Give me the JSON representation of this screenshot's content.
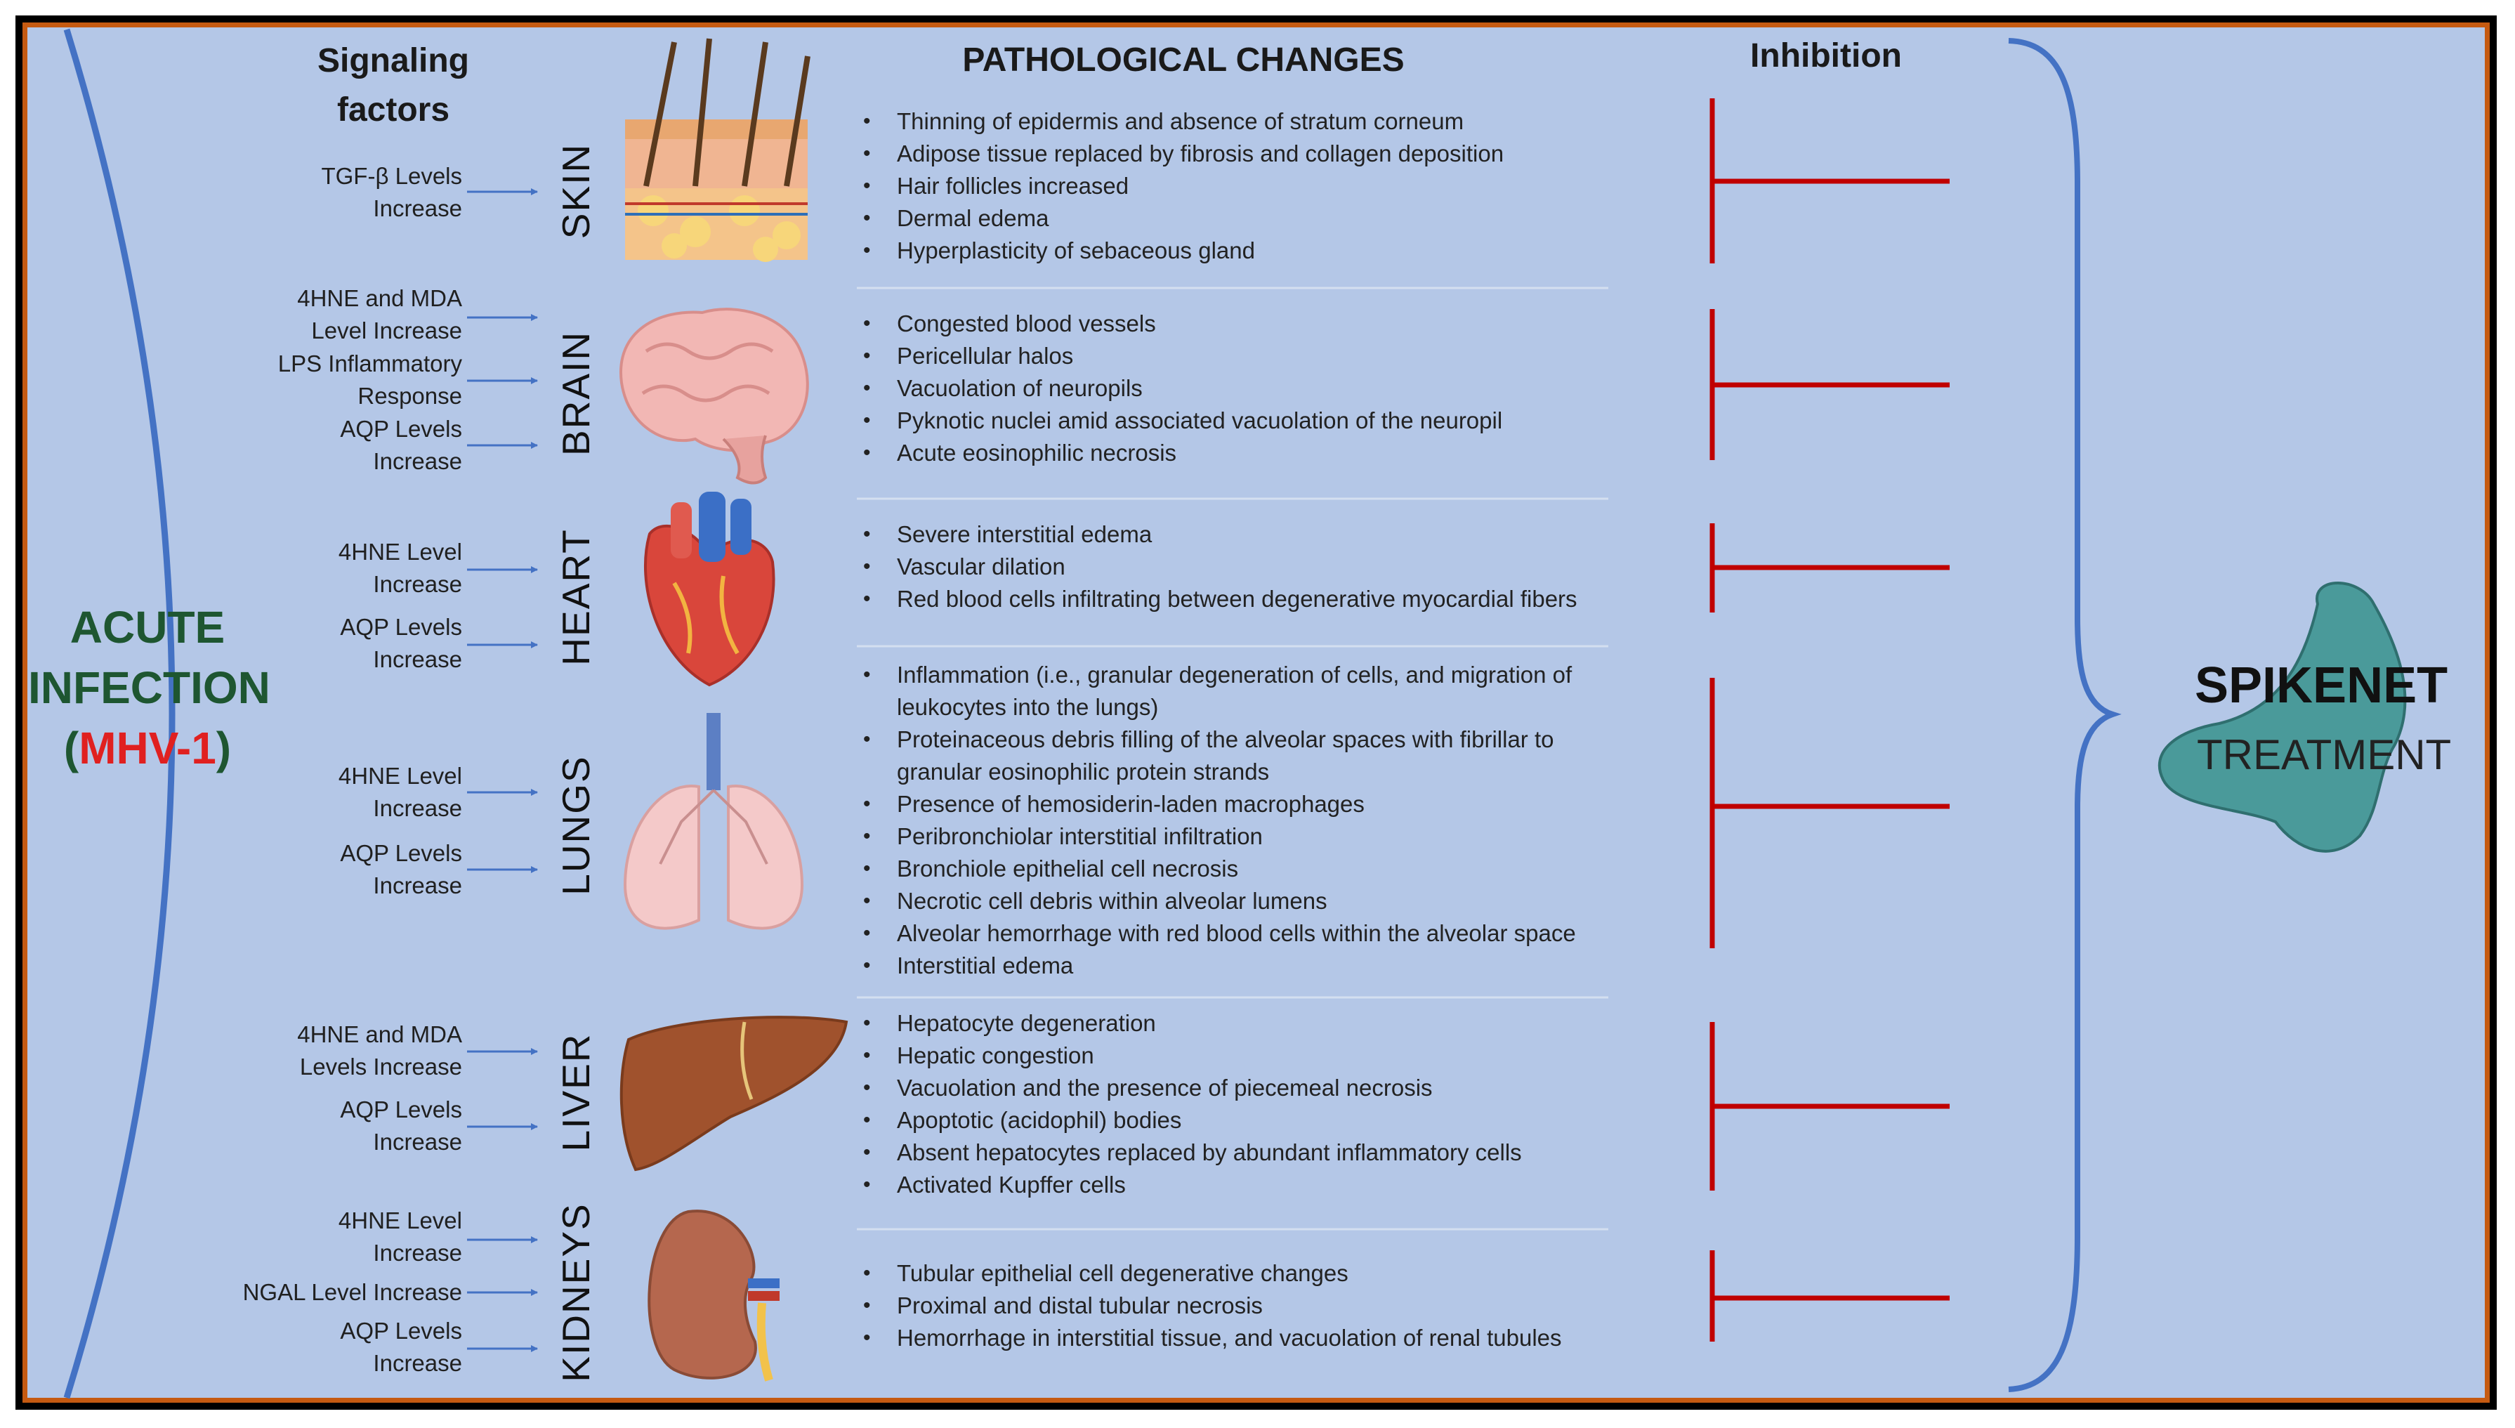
{
  "headers": {
    "signaling": "Signaling\nfactors",
    "pathological": "PATHOLOGICAL CHANGES",
    "inhibition": "Inhibition"
  },
  "left_label": {
    "line1": "ACUTE",
    "line2": "INFECTION",
    "paren_open": "(",
    "virus": "MHV-1",
    "paren_close": ")"
  },
  "treatment": {
    "title": "SPIKENET",
    "subtitle": "TREATMENT"
  },
  "organs": [
    {
      "name": "SKIN",
      "signals": [
        "TGF-β Levels\nIncrease"
      ],
      "changes": [
        "Thinning of epidermis and absence of stratum corneum",
        "Adipose tissue replaced by fibrosis and collagen deposition",
        "Hair follicles increased",
        "Dermal edema",
        "Hyperplasticity of sebaceous gland"
      ]
    },
    {
      "name": "BRAIN",
      "signals": [
        "4HNE and MDA\nLevel Increase",
        "LPS Inflammatory\nResponse",
        "AQP Levels\nIncrease"
      ],
      "changes": [
        "Congested blood vessels",
        "Pericellular halos",
        "Vacuolation of neuropils",
        "Pyknotic nuclei amid associated vacuolation of the neuropil",
        "Acute eosinophilic  necrosis"
      ]
    },
    {
      "name": "HEART",
      "signals": [
        "4HNE Level\nIncrease",
        "AQP Levels\nIncrease"
      ],
      "changes": [
        "Severe interstitial edema",
        "Vascular dilation",
        "Red blood cells infiltrating between degenerative myocardial fibers"
      ]
    },
    {
      "name": "LUNGS",
      "signals": [
        "4HNE Level\nIncrease",
        "AQP Levels\nIncrease"
      ],
      "changes": [
        "Inflammation (i.e., granular degeneration of cells, and migration   of\nleukocytes into the lungs)",
        "Proteinaceous debris filling of the alveolar spaces with fibrillar to\ngranular eosinophilic  protein strands",
        "Presence of hemosiderin-laden  macrophages",
        "Peribronchiolar  interstitial infiltration",
        "Bronchiole epithelial cell necrosis",
        "Necrotic cell debris within alveolar lumens",
        "Alveolar hemorrhage with red blood cells within the alveolar space",
        "Interstitial edema"
      ]
    },
    {
      "name": "LIVER",
      "signals": [
        "4HNE and MDA\nLevels Increase",
        "AQP Levels\nIncrease"
      ],
      "changes": [
        "Hepatocyte degeneration",
        "Hepatic congestion",
        "Vacuolation and the presence  of piecemeal necrosis",
        "Apoptotic (acidophil) bodies",
        "Absent hepatocytes replaced by abundant inflammatory cells",
        "Activated Kupffer  cells"
      ]
    },
    {
      "name": "KIDNEYS",
      "signals": [
        "4HNE Level\nIncrease",
        "NGAL Level Increase",
        "AQP Levels\nIncrease"
      ],
      "changes": [
        "Tubular epithelial cell degenerative changes",
        "Proximal and distal tubular necrosis",
        "Hemorrhage in interstitial tissue, and vacuolation of renal tubules"
      ]
    }
  ],
  "colors": {
    "background": "#b4c7e7",
    "border_outer": "#000000",
    "border_inner": "#c55a11",
    "arc": "#4472c4",
    "arrow": "#4472c4",
    "inhibition": "#c00000",
    "acute_text": "#1e5631",
    "virus_text": "#e02020",
    "spikenet_fill": "#4a9a9a"
  }
}
